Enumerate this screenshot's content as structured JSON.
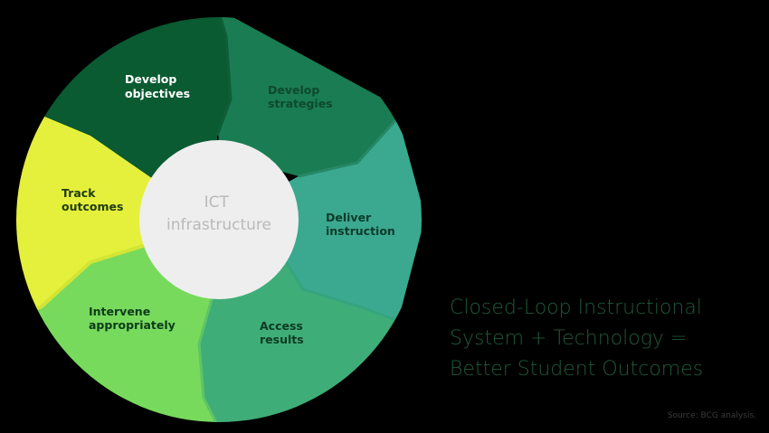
{
  "diagram": {
    "center_label": [
      "ICT",
      "infrastructure"
    ],
    "segments": [
      {
        "key": "develop-objectives",
        "label": [
          "Develop",
          "objectives"
        ],
        "color": "#0a5a32",
        "text_color": "#ffffff"
      },
      {
        "key": "develop-strategies",
        "label": [
          "Develop",
          "strategies"
        ],
        "color": "#1a7c52",
        "text_color": "#0d4a2c"
      },
      {
        "key": "deliver-instruction",
        "label": [
          "Deliver",
          "instruction"
        ],
        "color": "#3aa98f",
        "text_color": "#0d3a2c"
      },
      {
        "key": "access-results",
        "label": [
          "Access",
          "results"
        ],
        "color": "#3fad78",
        "text_color": "#0d3a22"
      },
      {
        "key": "intervene-appropriately",
        "label": [
          "Intervene",
          "appropriately"
        ],
        "color": "#77da5c",
        "text_color": "#0e3a1c"
      },
      {
        "key": "track-outcomes",
        "label": [
          "Track",
          "outcomes"
        ],
        "color": "#e5f03c",
        "text_color": "#1f3a10"
      }
    ],
    "hub_color": "#eeeeee"
  },
  "headline": [
    "Closed-Loop Instructional",
    "System + Technology =",
    "Better Student Outcomes"
  ],
  "source": "Source: BCG analysis."
}
